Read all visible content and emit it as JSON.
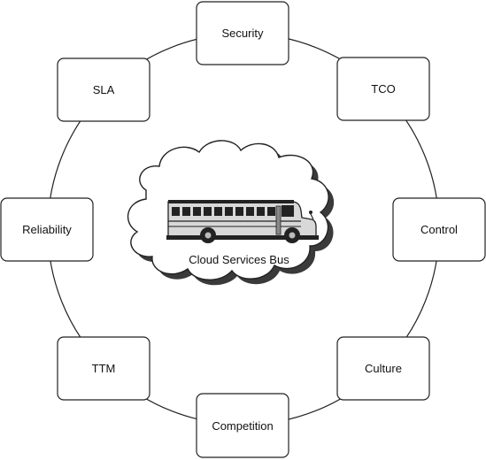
{
  "diagram": {
    "center": {
      "label": "Cloud Services Bus",
      "image": "school-bus-icon"
    },
    "nodes": [
      {
        "id": "security",
        "label": "Security"
      },
      {
        "id": "tco",
        "label": "TCO"
      },
      {
        "id": "control",
        "label": "Control"
      },
      {
        "id": "culture",
        "label": "Culture"
      },
      {
        "id": "competition",
        "label": "Competition"
      },
      {
        "id": "ttm",
        "label": "TTM"
      },
      {
        "id": "reliability",
        "label": "Reliability"
      },
      {
        "id": "sla",
        "label": "SLA"
      }
    ],
    "colors": {
      "stroke": "#222222",
      "box_fill": "#ffffff",
      "shadow": "#3a3a3a",
      "bus_body": "#d8d8d8"
    }
  }
}
